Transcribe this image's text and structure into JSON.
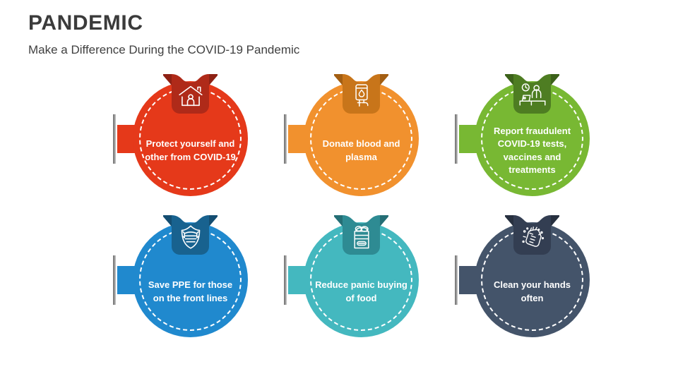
{
  "header": {
    "title": "PANDEMIC",
    "subtitle": "Make a Difference During the COVID-19 Pandemic"
  },
  "cards": [
    {
      "label": "Protect yourself and other from COVID-19",
      "icon": "house-with-person-icon",
      "color": "#E5391A",
      "tab_color": "#AF2A19",
      "fold_color": "#8E2114",
      "row": 0,
      "col": 0
    },
    {
      "label": "Donate blood and plasma",
      "icon": "blood-bag-icon",
      "color": "#F1912E",
      "tab_color": "#C8751A",
      "fold_color": "#A35E12",
      "row": 0,
      "col": 1
    },
    {
      "label": "Report fraudulent COVID-19 tests, vaccines and treatments",
      "icon": "clock-desk-worker-icon",
      "color": "#78B833",
      "tab_color": "#4E7D22",
      "fold_color": "#3C611A",
      "row": 0,
      "col": 2
    },
    {
      "label": "Save PPE for those on the front lines",
      "icon": "face-mask-shield-icon",
      "color": "#2089CE",
      "tab_color": "#18628F",
      "fold_color": "#134D71",
      "row": 1,
      "col": 0
    },
    {
      "label": "Reduce panic buying of food",
      "icon": "grocery-bag-icon",
      "color": "#44B8BF",
      "tab_color": "#2E8B93",
      "fold_color": "#246E75",
      "row": 1,
      "col": 1
    },
    {
      "label": "Clean your hands often",
      "icon": "washing-hands-icon",
      "color": "#44546A",
      "tab_color": "#333E52",
      "fold_color": "#27303F",
      "row": 1,
      "col": 2
    }
  ],
  "theme": {
    "background": "#FFFFFF",
    "title_color": "#3B3B3B",
    "subtitle_color": "#404040",
    "label_color": "#FFFFFF",
    "dash_color": "#FFFFFF",
    "cap_color": "#8A8A8A"
  }
}
